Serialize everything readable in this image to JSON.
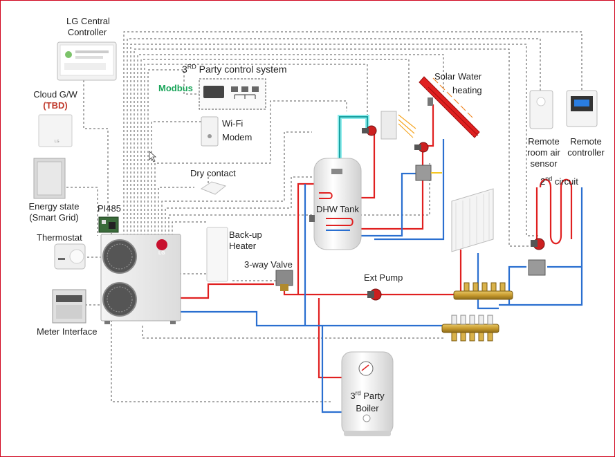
{
  "colors": {
    "hot": "#e02020",
    "cold": "#2a6fd0",
    "glow": "#40e0e0",
    "control": "#555555",
    "modbus": "#1aa55a",
    "tbd": "#c0392b"
  },
  "devices": {
    "central_controller": {
      "line1": "LG Central",
      "line2": "Controller"
    },
    "cloud_gw": {
      "line1": "Cloud G/W",
      "tbd": "(TBD)"
    },
    "energy_state": {
      "line1": "Energy state",
      "line2": "(Smart Grid)"
    },
    "pi485": {
      "label": "PI485"
    },
    "thermostat": {
      "label": "Thermostat"
    },
    "meter_interface": {
      "label": "Meter Interface"
    },
    "third_party_control": {
      "prefix": "3",
      "sup": "RD",
      "suffix": " Party control system",
      "modbus": "Modbus"
    },
    "wifi_modem": {
      "line1": "Wi-Fi",
      "line2": "Modem"
    },
    "dry_contact": {
      "label": "Dry contact"
    },
    "backup_heater": {
      "line1": "Back-up",
      "line2": "Heater"
    },
    "three_way_valve": {
      "label": "3-way Valve"
    },
    "dhw_tank": {
      "label": "DHW Tank"
    },
    "solar": {
      "line1": "Solar Water",
      "line2": "heating"
    },
    "ext_pump": {
      "label": "Ext Pump"
    },
    "boiler": {
      "prefix": "3",
      "sup": "rd",
      "suffix": " Party",
      "line2": "Boiler"
    },
    "remote_sensor": {
      "line1": "Remote",
      "line2": "room air",
      "line3": "sensor"
    },
    "remote_controller": {
      "line1": "Remote",
      "line2": "controller"
    },
    "second_circuit": {
      "prefix": "2",
      "sup": "nd",
      "suffix": " circuit"
    },
    "outdoor_unit": {
      "brand": "LG"
    }
  }
}
